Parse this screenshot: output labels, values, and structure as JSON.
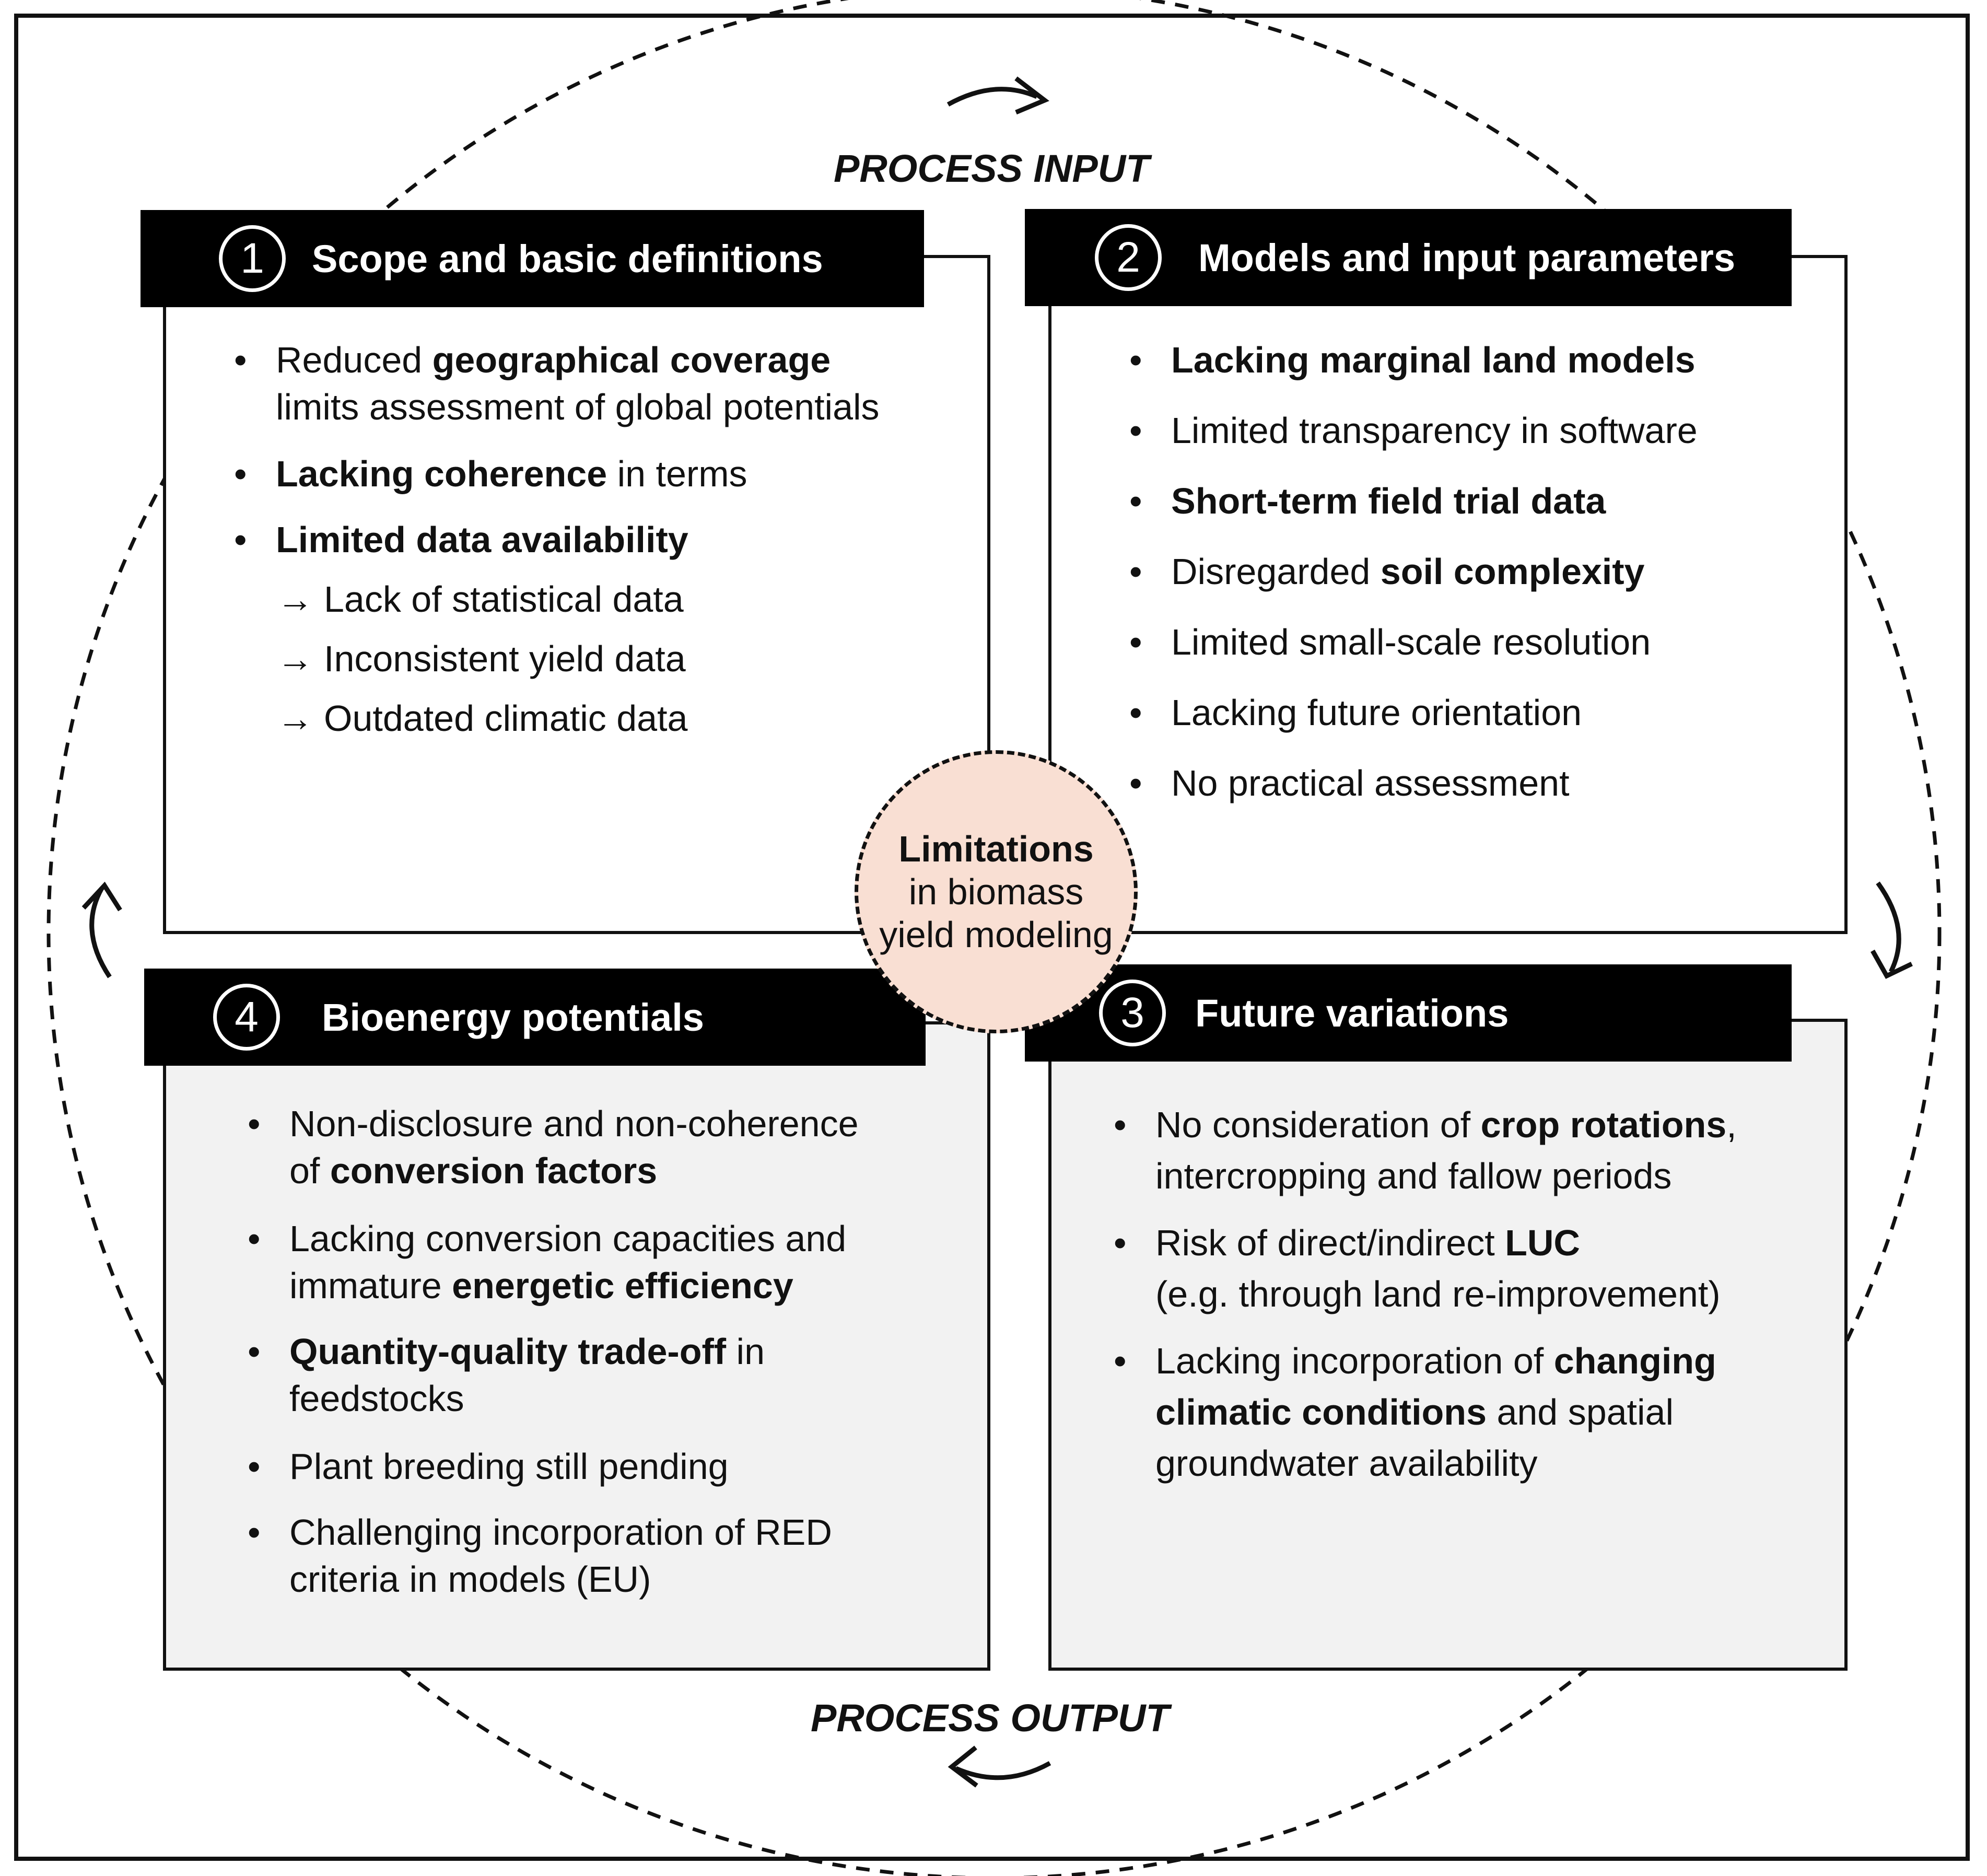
{
  "labels": {
    "process_input": "PROCESS INPUT",
    "process_output": "PROCESS OUTPUT"
  },
  "center": {
    "line1": "Limitations",
    "line2": "in biomass",
    "line3": "yield modeling"
  },
  "boxes": [
    {
      "number": "1",
      "title": "Scope and basic definitions",
      "items": [
        {
          "pre": "Reduced ",
          "bold": "geographical coverage",
          "post": "",
          "line2": "limits assessment of global potentials"
        },
        {
          "pre": "",
          "bold": "Lacking coherence",
          "post": " in terms"
        },
        {
          "pre": "",
          "bold": "Limited data availability",
          "post": ""
        }
      ],
      "subitems": [
        "Lack of statistical data",
        "Inconsistent yield data",
        "Outdated climatic data"
      ]
    },
    {
      "number": "2",
      "title": "Models and input parameters",
      "items": [
        {
          "pre": "",
          "bold": "Lacking marginal land models",
          "post": ""
        },
        {
          "pre": "Limited transparency in software",
          "bold": "",
          "post": ""
        },
        {
          "pre": "",
          "bold": "Short-term field trial data",
          "post": ""
        },
        {
          "pre": "Disregarded ",
          "bold": "soil complexity",
          "post": ""
        },
        {
          "pre": "Limited small-scale resolution",
          "bold": "",
          "post": ""
        },
        {
          "pre": "Lacking future orientation",
          "bold": "",
          "post": ""
        },
        {
          "pre": "No practical assessment",
          "bold": "",
          "post": ""
        }
      ]
    },
    {
      "number": "3",
      "title": "Future variations",
      "items": [
        {
          "pre": "No consideration of ",
          "bold": "crop rotations",
          "post": ",",
          "line2": "intercropping and fallow periods"
        },
        {
          "pre": "Risk of direct/indirect ",
          "bold": "LUC",
          "post": "",
          "line2": "(e.g. through land re-improvement)"
        },
        {
          "pre": "Lacking incorporation of ",
          "bold": "changing",
          "post": "",
          "line2_bold": "climatic conditions",
          "line2_post": " and spatial",
          "line3": "groundwater availability"
        }
      ]
    },
    {
      "number": "4",
      "title": "Bioenergy potentials",
      "items": [
        {
          "pre": "Non-disclosure and non-coherence",
          "line2_pre": "of ",
          "line2_bold": "conversion factors"
        },
        {
          "pre": "Lacking conversion capacities and",
          "line2_pre": "immature ",
          "line2_bold": "energetic efficiency"
        },
        {
          "bold": "Quantity-quality trade-off",
          "post": " in",
          "line2_pre": "feedstocks"
        },
        {
          "pre": "Plant breeding still pending"
        },
        {
          "pre": "Challenging incorporation of RED",
          "line2_pre": "criteria in models (EU)"
        }
      ]
    }
  ],
  "colors": {
    "center_fill": "#f9dfd3",
    "gray_box": "#f2f2f2",
    "header": "#000000"
  },
  "icons": [
    "circular-arrow-top-icon",
    "circular-arrow-right-icon",
    "circular-arrow-bottom-icon",
    "circular-arrow-left-icon",
    "right-arrow-icon"
  ]
}
